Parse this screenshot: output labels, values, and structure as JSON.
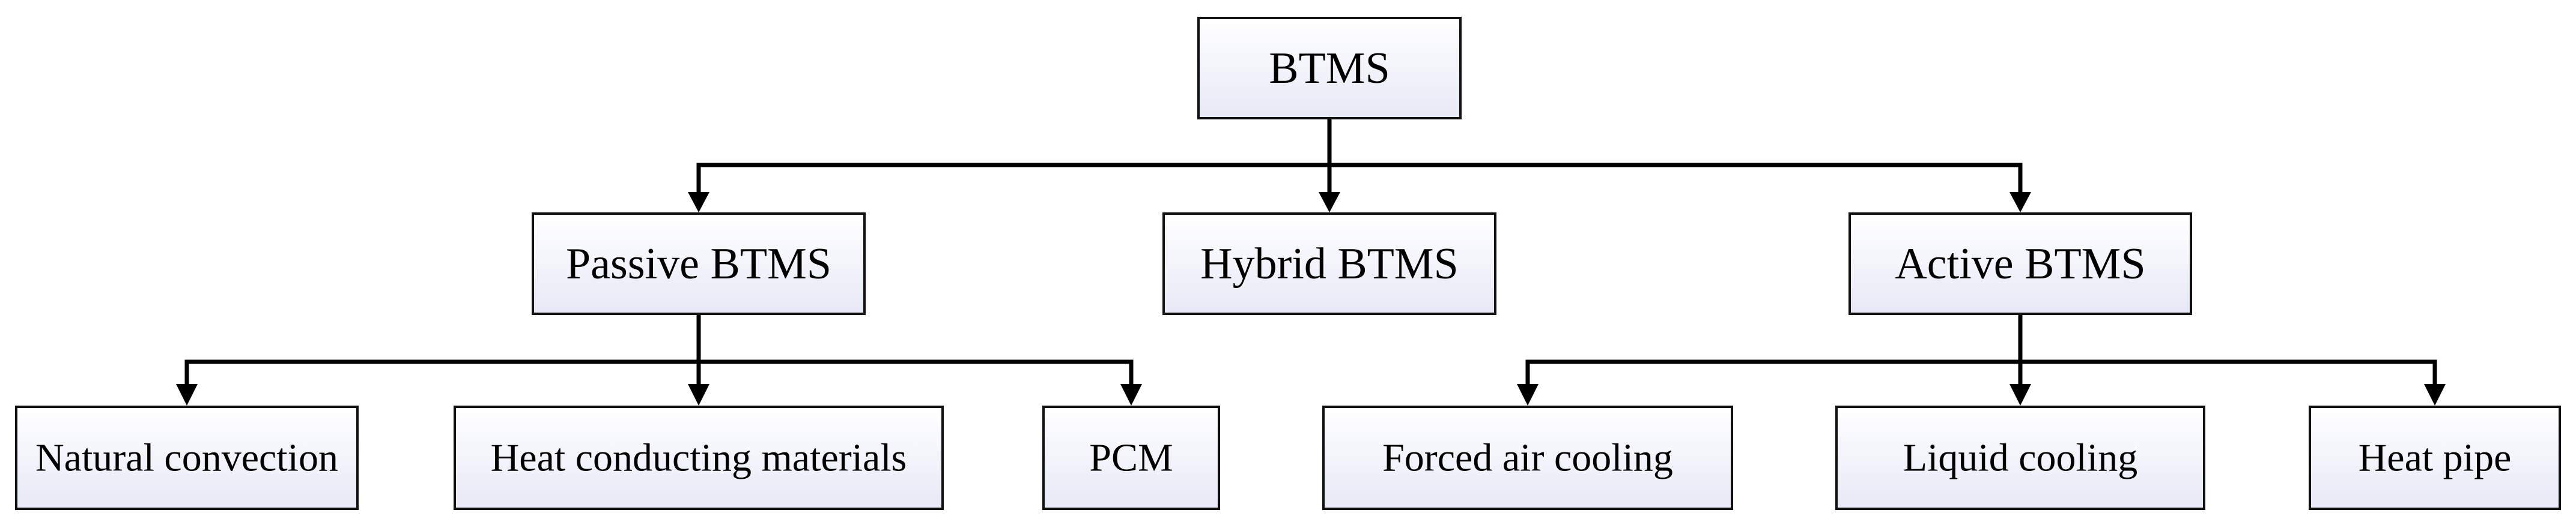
{
  "nodes": [
    {
      "id": "btms",
      "label": "BTMS"
    },
    {
      "id": "passive",
      "label": "Passive BTMS"
    },
    {
      "id": "hybrid",
      "label": "Hybrid BTMS"
    },
    {
      "id": "active",
      "label": "Active BTMS"
    },
    {
      "id": "natural",
      "label": "Natural convection"
    },
    {
      "id": "heat_conducting",
      "label": "Heat conducting materials"
    },
    {
      "id": "pcm",
      "label": "PCM"
    },
    {
      "id": "forced_air",
      "label": "Forced air cooling"
    },
    {
      "id": "liquid",
      "label": "Liquid cooling"
    },
    {
      "id": "heat_pipe",
      "label": "Heat pipe"
    }
  ],
  "edges": [
    {
      "from": "btms",
      "to": "passive"
    },
    {
      "from": "btms",
      "to": "hybrid"
    },
    {
      "from": "btms",
      "to": "active"
    },
    {
      "from": "passive",
      "to": "natural"
    },
    {
      "from": "passive",
      "to": "heat_conducting"
    },
    {
      "from": "passive",
      "to": "pcm"
    },
    {
      "from": "active",
      "to": "forced_air"
    },
    {
      "from": "active",
      "to": "liquid"
    },
    {
      "from": "active",
      "to": "heat_pipe"
    }
  ]
}
